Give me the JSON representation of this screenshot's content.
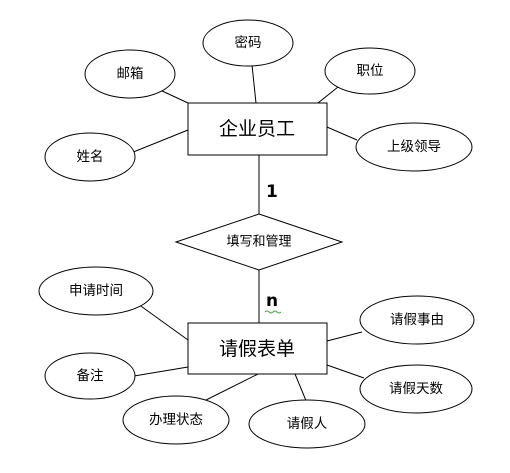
{
  "entities": {
    "employee": {
      "label": "企业员工"
    },
    "leave_form": {
      "label": "请假表单"
    }
  },
  "relationship": {
    "label": "填写和管理"
  },
  "cardinality": {
    "one": "1",
    "many": "n"
  },
  "employee_attributes": {
    "email": "邮箱",
    "password": "密码",
    "position": "职位",
    "name": "姓名",
    "supervisor": "上级领导"
  },
  "leave_form_attributes": {
    "apply_time": "申请时间",
    "remark": "备注",
    "status": "办理状态",
    "applicant": "请假人",
    "days": "请假天数",
    "reason": "请假事由"
  }
}
